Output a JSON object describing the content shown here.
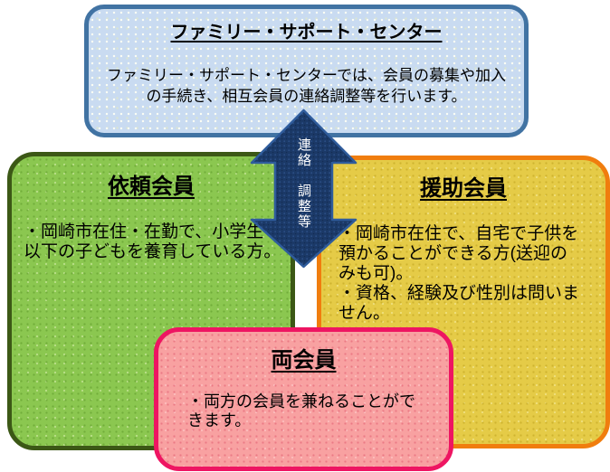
{
  "diagram": {
    "center_box": {
      "title": "ファミリー・サポート・センター",
      "lines": [
        "ファミリー・サポート・センターでは、会員の募集や加入",
        "の手続き、相互会員の連絡調整等を行います。"
      ]
    },
    "arrow": {
      "label": "連絡　調整等"
    },
    "left_box": {
      "title": "依頼会員",
      "lines": [
        "・岡崎市在住・在勤で、小学生",
        "以下の子どもを養育している方。"
      ]
    },
    "right_box": {
      "title": "援助会員",
      "lines": [
        "・岡崎市在住で、自宅で子供を",
        "預かることができる方(送迎の",
        "みも可)。",
        "・資格、経験及び性別は問いま",
        "せん。"
      ]
    },
    "bottom_box": {
      "title": "両会員",
      "lines": [
        "・両方の会員を兼ねることがで",
        "きます。"
      ]
    },
    "colors": {
      "center_fill": "#c9dbf1",
      "center_border": "#4173a3",
      "left_fill": "#8bc750",
      "left_border": "#3c5816",
      "right_fill": "#e5cb47",
      "right_border": "#f07d0e",
      "bottom_fill": "#f8a1a1",
      "bottom_border": "#ee1562",
      "arrow_fill": "#1b3967"
    }
  }
}
